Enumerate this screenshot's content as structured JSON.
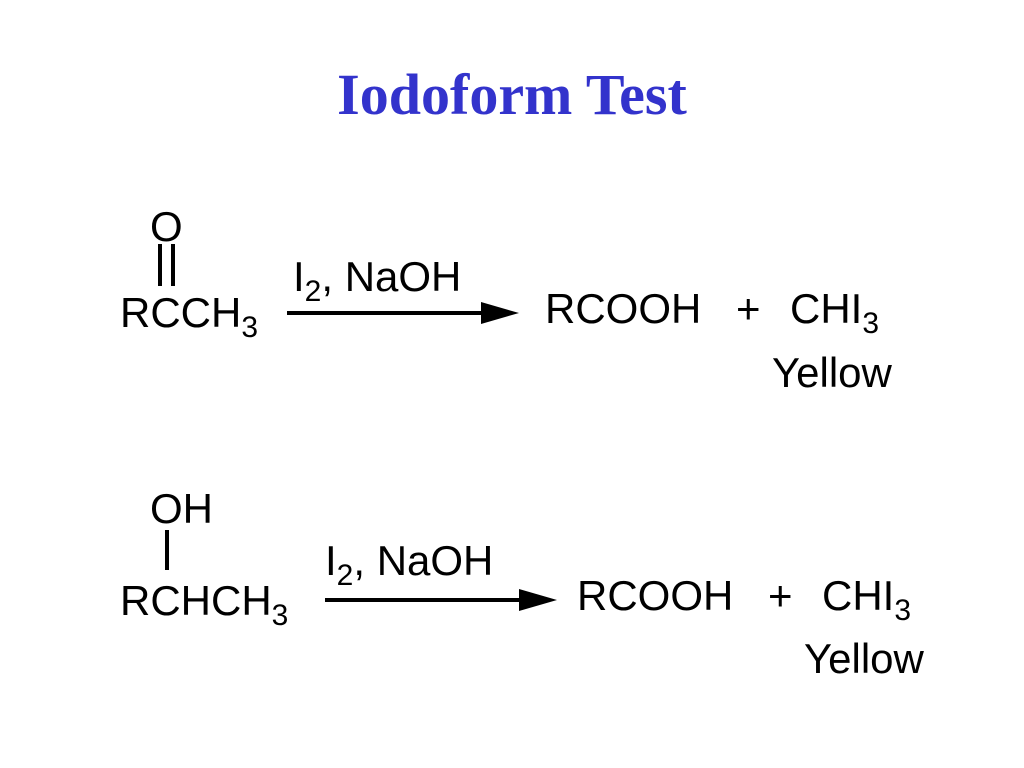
{
  "title": "Iodoform Test",
  "reactions": [
    {
      "substituent_label": "O",
      "reactant_main": "RCCH",
      "reactant_sub": "3",
      "reagent_main": "I",
      "reagent_sub": "2",
      "reagent_rest": ", NaOH",
      "product_acid": "RCOOH",
      "plus": "+",
      "product_main": "CHI",
      "product_sub": "3",
      "product_note": "Yellow"
    },
    {
      "substituent_label": "OH",
      "reactant_main": "RCHCH",
      "reactant_sub": "3",
      "reagent_main": "I",
      "reagent_sub": "2",
      "reagent_rest": ", NaOH",
      "product_acid": "RCOOH",
      "plus": "+",
      "product_main": "CHI",
      "product_sub": "3",
      "product_note": "Yellow"
    }
  ]
}
